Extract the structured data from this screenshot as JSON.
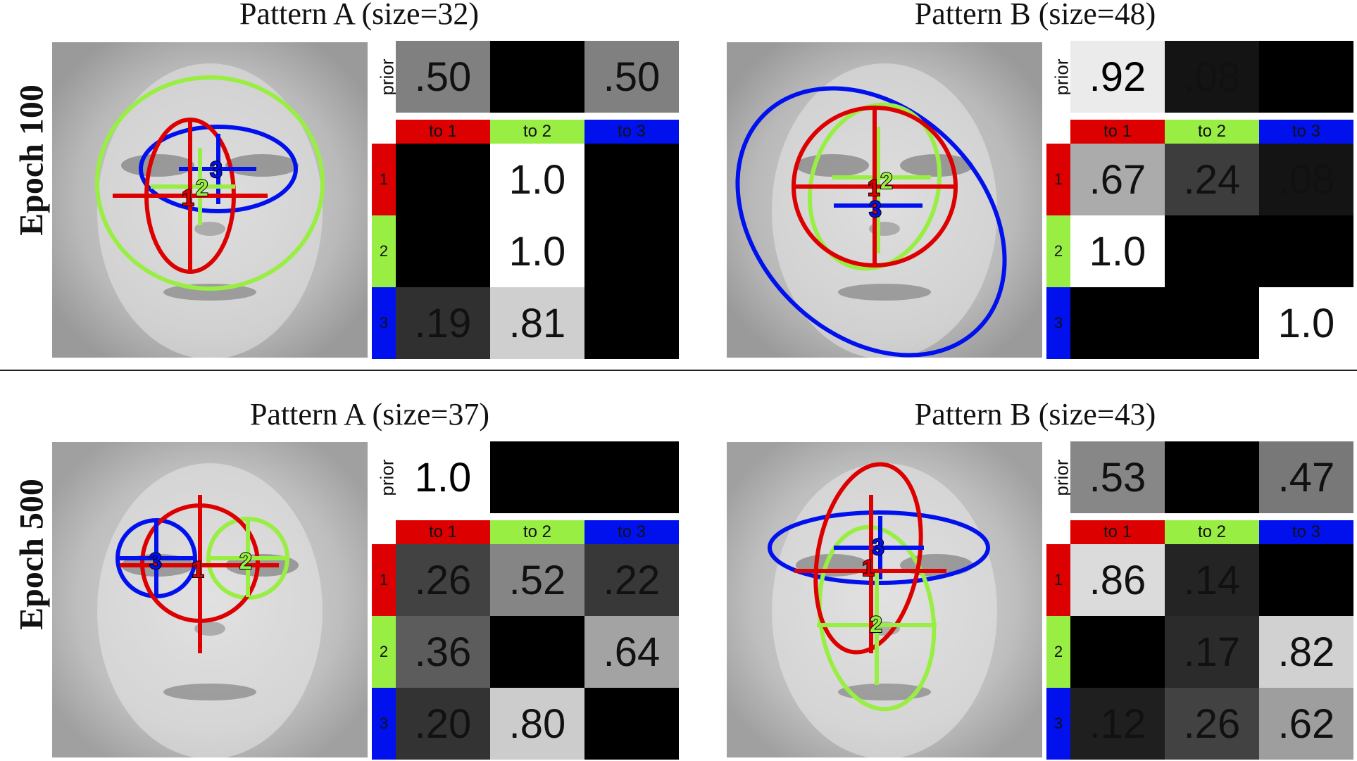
{
  "colors": {
    "state1": "#dd0000",
    "state2": "#99ee44",
    "state3": "#0011ee"
  },
  "row_labels": [
    "Epoch 100",
    "Epoch 500"
  ],
  "header_labels": [
    "to 1",
    "to 2",
    "to 3"
  ],
  "row_tags": [
    "1",
    "2",
    "3"
  ],
  "prior_label": "prior",
  "panels": [
    {
      "title": "Pattern A (size=32)",
      "prior": [
        ".50",
        "",
        ".50"
      ],
      "prior_num": [
        0.5,
        0,
        0.5
      ],
      "transition": [
        [
          "",
          "1.0",
          ""
        ],
        [
          "",
          "1.0",
          ""
        ],
        [
          ".19",
          ".81",
          ""
        ]
      ],
      "transition_num": [
        [
          0,
          1.0,
          0
        ],
        [
          0,
          1.0,
          0
        ],
        [
          0.19,
          0.81,
          0
        ]
      ],
      "markers": [
        "1",
        "2",
        "3"
      ]
    },
    {
      "title": "Pattern B (size=48)",
      "prior": [
        ".92",
        ".08",
        ""
      ],
      "prior_num": [
        0.92,
        0.08,
        0
      ],
      "transition": [
        [
          ".67",
          ".24",
          ".08"
        ],
        [
          "1.0",
          "",
          ""
        ],
        [
          "",
          "",
          "1.0"
        ]
      ],
      "transition_num": [
        [
          0.67,
          0.24,
          0.08
        ],
        [
          1.0,
          0,
          0
        ],
        [
          0,
          0,
          1.0
        ]
      ],
      "markers": [
        "1",
        "2",
        "3"
      ]
    },
    {
      "title": "Pattern A (size=37)",
      "prior": [
        "1.0",
        "",
        ""
      ],
      "prior_num": [
        1.0,
        0,
        0
      ],
      "transition": [
        [
          ".26",
          ".52",
          ".22"
        ],
        [
          ".36",
          "",
          ".64"
        ],
        [
          ".20",
          ".80",
          ""
        ]
      ],
      "transition_num": [
        [
          0.26,
          0.52,
          0.22
        ],
        [
          0.36,
          0,
          0.64
        ],
        [
          0.2,
          0.8,
          0
        ]
      ],
      "markers": [
        "1",
        "2",
        "3"
      ]
    },
    {
      "title": "Pattern B (size=43)",
      "prior": [
        ".53",
        "",
        ".47"
      ],
      "prior_num": [
        0.53,
        0,
        0.47
      ],
      "transition": [
        [
          ".86",
          ".14",
          ""
        ],
        [
          "",
          ".17",
          ".82"
        ],
        [
          ".12",
          ".26",
          ".62"
        ]
      ],
      "transition_num": [
        [
          0.86,
          0.14,
          0
        ],
        [
          0,
          0.17,
          0.82
        ],
        [
          0.12,
          0.26,
          0.62
        ]
      ],
      "markers": [
        "1",
        "2",
        "3"
      ]
    }
  ]
}
